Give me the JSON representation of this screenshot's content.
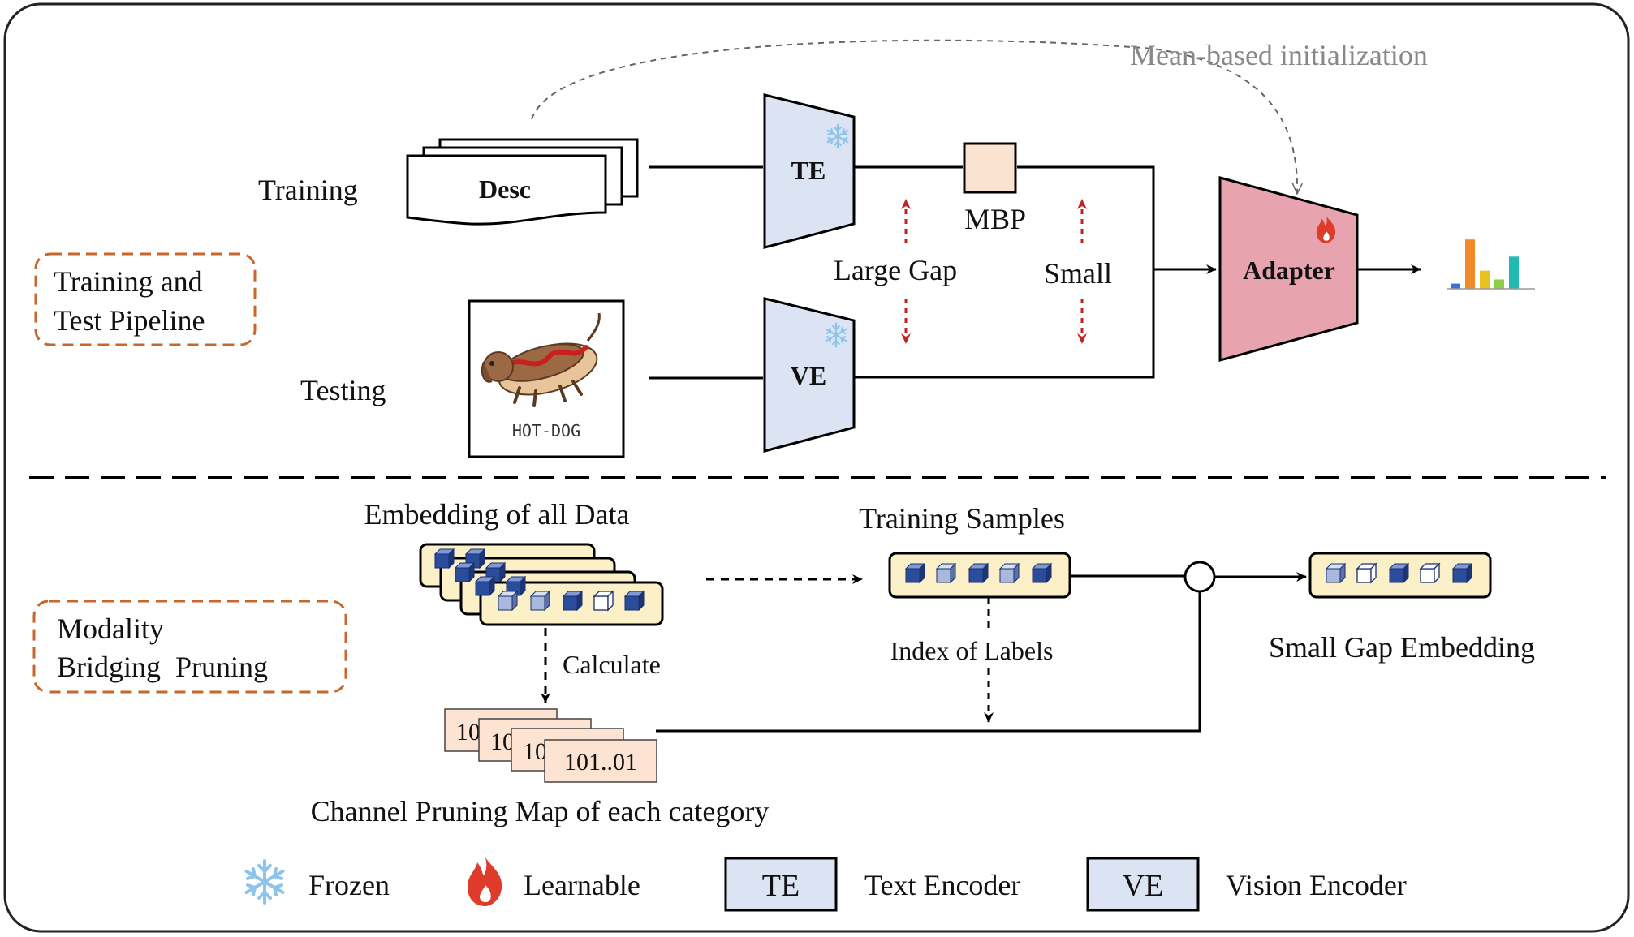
{
  "top_section": {
    "box_label_line1": "Training and",
    "box_label_line2": "Test Pipeline",
    "training_label": "Training",
    "testing_label": "Testing",
    "desc_label": "Desc",
    "te_label": "TE",
    "ve_label": "VE",
    "mbp_label": "MBP",
    "large_gap_label": "Large Gap",
    "small_label": "Small",
    "adapter_label": "Adapter",
    "init_label": "Mean-based initialization",
    "image_caption": "HOT-DOG"
  },
  "bottom_section": {
    "box_label_line1": "Modality",
    "box_label_line2": "Bridging  Pruning",
    "embedding_label": "Embedding of all Data",
    "training_samples_label": "Training Samples",
    "calculate_label": "Calculate",
    "index_label": "Index of Labels",
    "small_gap_label": "Small Gap Embedding",
    "pruning_map_label": "Channel Pruning Map of each category",
    "map_card_partial": "10",
    "map_card_full": "101..01"
  },
  "legend": {
    "frozen": "Frozen",
    "learnable": "Learnable",
    "te_box": "TE",
    "te_text": "Text Encoder",
    "ve_box": "VE",
    "ve_text": "Vision Encoder"
  },
  "colors": {
    "encoder_fill": "#dce3f2",
    "adapter_fill": "#e8a4ae",
    "mbp_fill": "#fbe3d2",
    "dashed_box": "#c8672c",
    "gap_arrow": "#c8201e",
    "cube_blue": "#2b4c9b",
    "chip_fill": "#fbf0c8",
    "map_fill": "#fde4d2",
    "frozen_icon": "#8cc4ec",
    "flame_red": "#e03a2a"
  },
  "output_bars": [
    {
      "value": 0.1,
      "color": "#3b6fd6"
    },
    {
      "value": 0.95,
      "color": "#f08a2a"
    },
    {
      "value": 0.35,
      "color": "#e8c21e"
    },
    {
      "value": 0.18,
      "color": "#8fcf48"
    },
    {
      "value": 0.62,
      "color": "#22b9b2"
    }
  ]
}
